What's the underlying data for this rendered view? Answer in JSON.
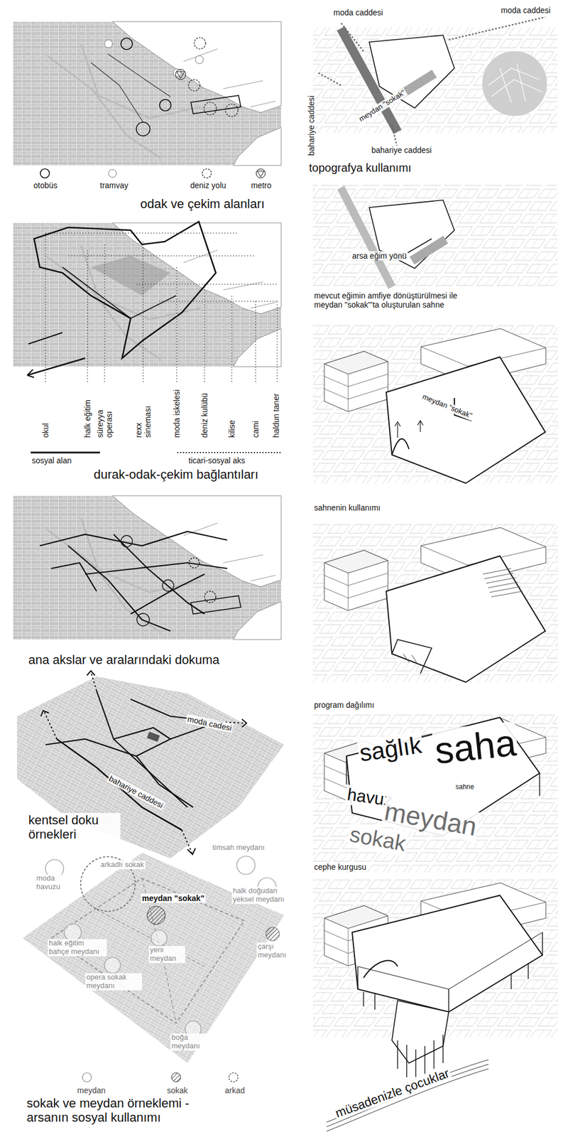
{
  "diagram": {
    "labels": [
      "odak ve çekim alanları",
      "okul",
      "halk eğitim",
      "süreyya operası",
      "rexx sineması",
      "moda iskelesi",
      "deniz kulübü",
      "kilise",
      "cami",
      "haldun taner",
      "durak-odak-çekim bağlantıları",
      "ana akslar ve aralarındaki dokuma",
      "moda cadesi",
      "bahariye caddesi",
      "kentsel doku örnekleri",
      "arkadlı sokak",
      "timsah meydanı",
      "moda havuzu",
      "meydan \"sokak\"",
      "halk doğudan yeksel meydanı",
      "halk eğitim bahçe meydanı",
      "yeni meydan",
      "çarşı meydanı",
      "opera sokak meydanı",
      "boğa meydanı",
      "sokak ve meydan örneklemi - arsanın sosyal kullanımı",
      "moda caddesi",
      "moda caddesi",
      "bahariye caddesi",
      "bahariye caddesi",
      "meydan \"sokak\"",
      "topografya kullanımı",
      "arsa eğim yönü",
      "mevcut eğimin amfiye dönüştürülmesi ile meydan \"sokak\"'ta oluşturulan sahne",
      "meydan \"sokak\"",
      "sahnenin kullanımı",
      "program dağılımı",
      "sağlık",
      "saha",
      "havuz",
      "meydan",
      "sokak",
      "sahne",
      "cephe kurgusu",
      "müsadenizle çocuklar"
    ],
    "legend": [
      {
        "text": "otobüs"
      },
      {
        "text": "tramvay"
      },
      {
        "text": "deniz yolu"
      },
      {
        "text": "metro"
      },
      {
        "text": "sosyal alan"
      },
      {
        "text": "ticari-sosyal aks"
      },
      {
        "text": "meydan"
      },
      {
        "text": "sokak"
      },
      {
        "text": "arkad"
      }
    ]
  }
}
